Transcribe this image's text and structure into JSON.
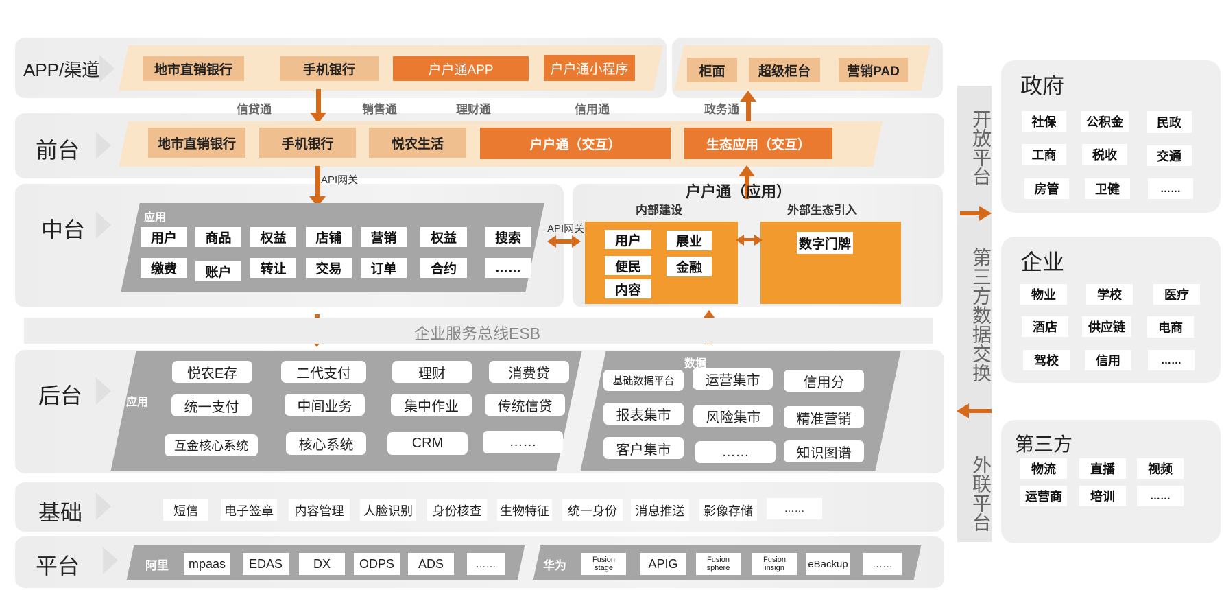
{
  "layers": {
    "app": "APP/渠道",
    "front": "前台",
    "middle": "中台",
    "back": "后台",
    "base": "基础",
    "platform": "平台"
  },
  "app_row": [
    "地市直销银行",
    "手机银行",
    "户户通APP",
    "户户通小程序"
  ],
  "app_right": [
    "柜面",
    "超级柜台",
    "营销PAD"
  ],
  "channels": [
    "信贷通",
    "销售通",
    "理财通",
    "信用通",
    "政务通"
  ],
  "front_row": [
    "地市直销银行",
    "手机银行",
    "悦农生活",
    "户户通（交互）",
    "生态应用（交互）"
  ],
  "api_gateway": "API网关",
  "middle": {
    "app_label": "应用",
    "row1": [
      "用户",
      "商品",
      "权益",
      "店铺",
      "营销",
      "权益",
      "搜索"
    ],
    "row2": [
      "缴费",
      "账户",
      "转让",
      "交易",
      "订单",
      "合约",
      "……"
    ],
    "api_gateway": "API网关",
    "hht_title": "户户通（应用）",
    "internal_title": "内部建设",
    "external_title": "外部生态引入",
    "internal_items": [
      "用户",
      "展业",
      "便民",
      "金融",
      "内容"
    ],
    "external_items": [
      "数字门牌"
    ]
  },
  "esb": "企业服务总线ESB",
  "back": {
    "app_label": "应用",
    "apps": [
      "悦农E存",
      "二代支付",
      "理财",
      "消费贷",
      "统一支付",
      "中间业务",
      "集中作业",
      "传统信贷",
      "互金核心系统",
      "核心系统",
      "CRM",
      "……"
    ],
    "data_label": "数据",
    "data": [
      "基础数据平台",
      "运营集市",
      "信用分",
      "报表集市",
      "风险集市",
      "精准营销",
      "客户集市",
      "……",
      "知识图谱"
    ]
  },
  "base_items": [
    "短信",
    "电子签章",
    "内容管理",
    "人脸识别",
    "身份核查",
    "生物特征",
    "统一身份",
    "消息推送",
    "影像存储",
    "……"
  ],
  "platform": {
    "ali_label": "阿里",
    "ali": [
      "mpaas",
      "EDAS",
      "DX",
      "ODPS",
      "ADS",
      "……"
    ],
    "huawei_label": "华为",
    "huawei": [
      "Fusion\nstage",
      "APIG",
      "Fusion\nsphere",
      "Fusion\ninsign",
      "eBackup",
      "……"
    ]
  },
  "side": {
    "open": "开放平台",
    "exchange": "第三方数据交换",
    "external": "外联平台"
  },
  "gov": {
    "title": "政府",
    "items": [
      "社保",
      "公积金",
      "民政",
      "工商",
      "税收",
      "交通",
      "房管",
      "卫健",
      "……"
    ]
  },
  "ent": {
    "title": "企业",
    "items": [
      "物业",
      "学校",
      "医疗",
      "酒店",
      "供应链",
      "电商",
      "驾校",
      "信用",
      "……"
    ]
  },
  "third": {
    "title": "第三方",
    "items": [
      "物流",
      "直播",
      "视频",
      "运营商",
      "培训",
      "……"
    ]
  },
  "colors": {
    "orange": "#ea7a2f",
    "tan": "#f0bf8f",
    "cream": "#fbe5c9",
    "grey": "#a6a6a6",
    "arrow": "#d46a1a",
    "bright_orange": "#f39a2e"
  }
}
